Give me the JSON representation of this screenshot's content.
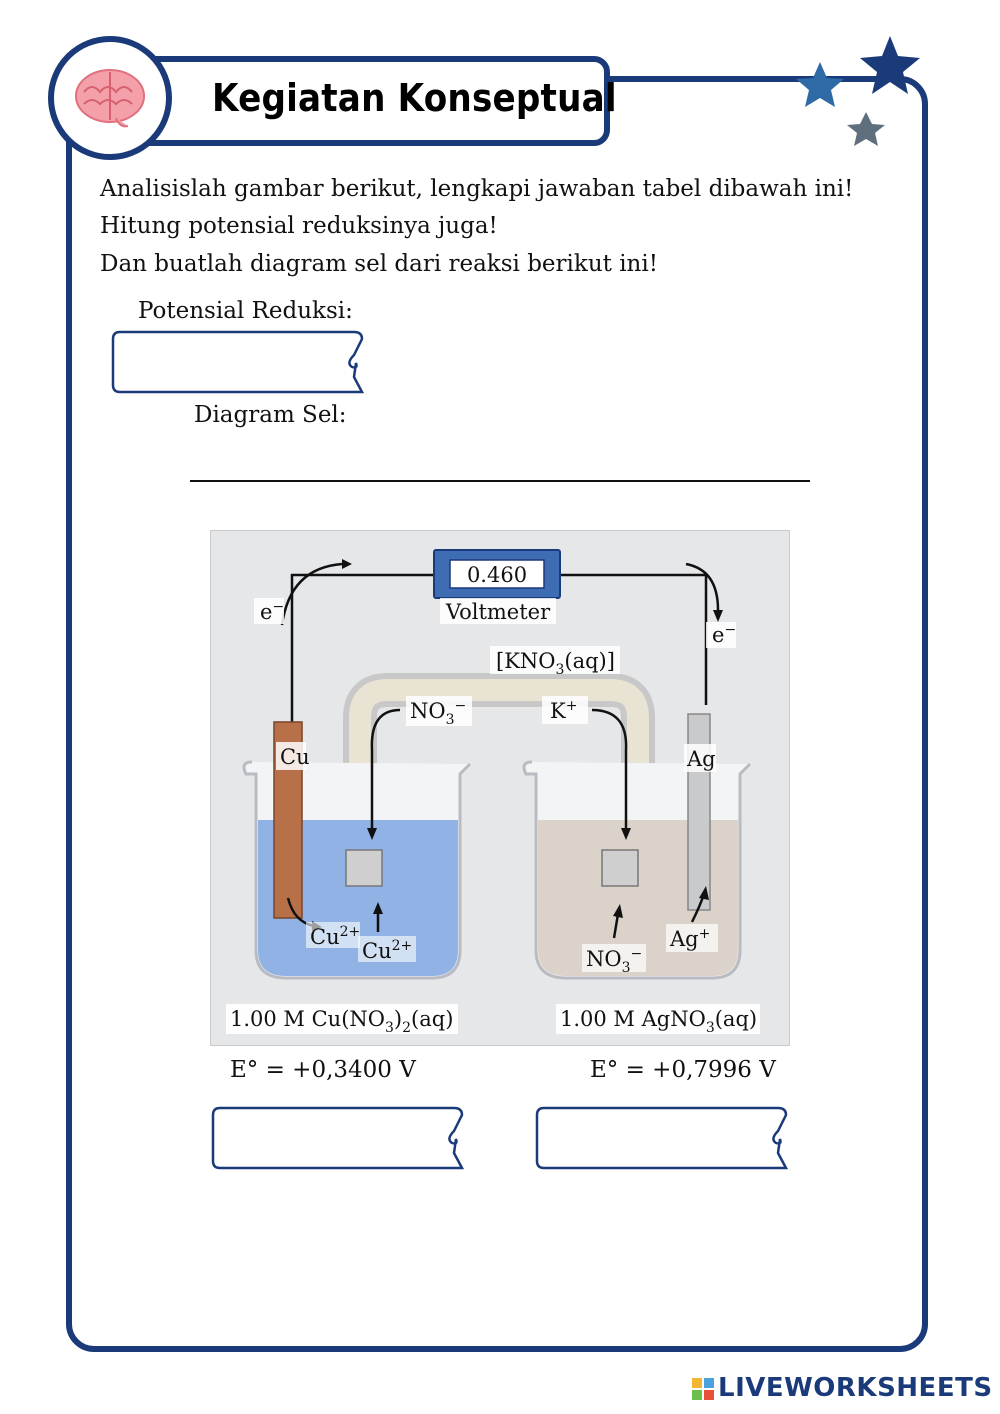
{
  "header": {
    "title": "Kegiatan Konseptual",
    "logo_icon": "brain-icon",
    "decor_icon": "stars-icon"
  },
  "instructions": [
    "Analisislah gambar berikut, lengkapi jawaban tabel dibawah ini!",
    "Hitung potensial reduksinya juga!",
    "Dan buatlah diagram sel dari reaksi berikut ini!"
  ],
  "potential": {
    "label": "Potensial Reduksi:"
  },
  "diagram": {
    "label": "Diagram Sel:"
  },
  "figure": {
    "voltmeter_reading": "0.460",
    "voltmeter_label": "Voltmeter",
    "electron_left": "e",
    "electron_right": "e",
    "electron_sup": "−",
    "salt_bridge_pre": "[KNO",
    "salt_bridge_sub": "3",
    "salt_bridge_post": "(aq)]",
    "anion_main": "NO",
    "anion_sub": "3",
    "anion_sup": "−",
    "cation_bridge_main": "K",
    "cation_bridge_sup": "+",
    "left_electrode": "Cu",
    "right_electrode": "Ag",
    "left_ion_main": "Cu",
    "left_ion_sup": "2+",
    "right_ion_main": "Ag",
    "right_ion_sup": "+",
    "left_solution_pre": "1.00 M Cu(NO",
    "left_solution_sub1": "3",
    "left_solution_mid": ")",
    "left_solution_sub2": "2",
    "left_solution_post": "(aq)",
    "right_solution_pre": "1.00 M AgNO",
    "right_solution_sub": "3",
    "right_solution_post": "(aq)"
  },
  "electrodes": {
    "left_potential": "E° = +0,3400 V",
    "right_potential": "E° = +0,7996 V"
  },
  "footer": {
    "brand": "LIVEWORKSHEETS"
  },
  "colors": {
    "frame": "#1b3a7a",
    "left_solution": "#7ea6e0",
    "right_solution": "#d8cfc4"
  }
}
